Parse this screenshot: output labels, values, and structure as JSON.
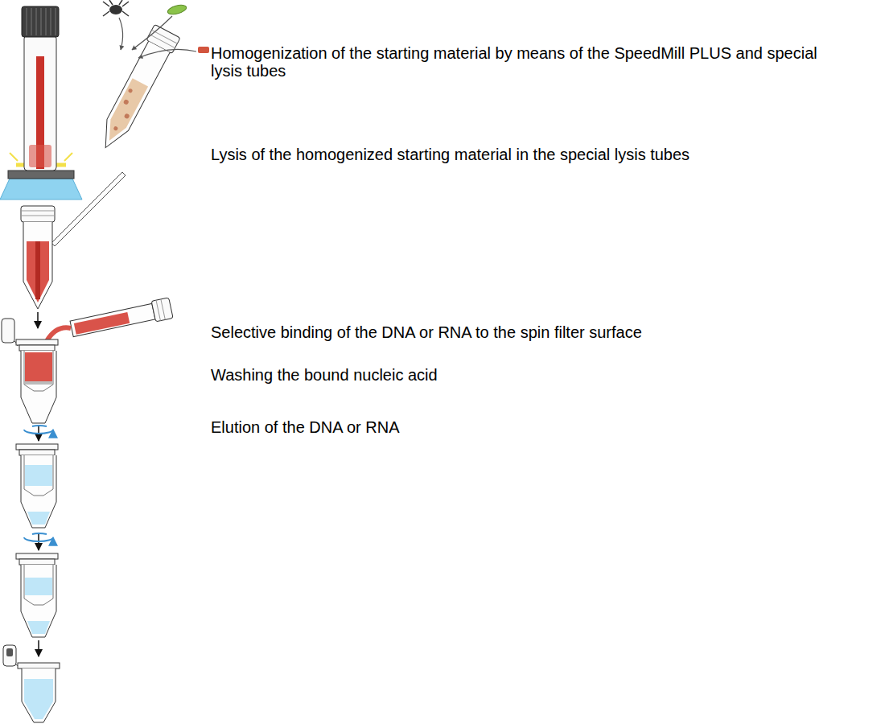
{
  "diagram": {
    "labels": [
      "Homogenization of the starting material by means of the SpeedMill PLUS and special lysis tubes",
      "Lysis of the homogenized starting material in the special lysis tubes",
      "Selective binding of the DNA or RNA to the spin filter surface",
      "Washing the bound nucleic acid",
      "Elution of the DNA or RNA"
    ]
  }
}
